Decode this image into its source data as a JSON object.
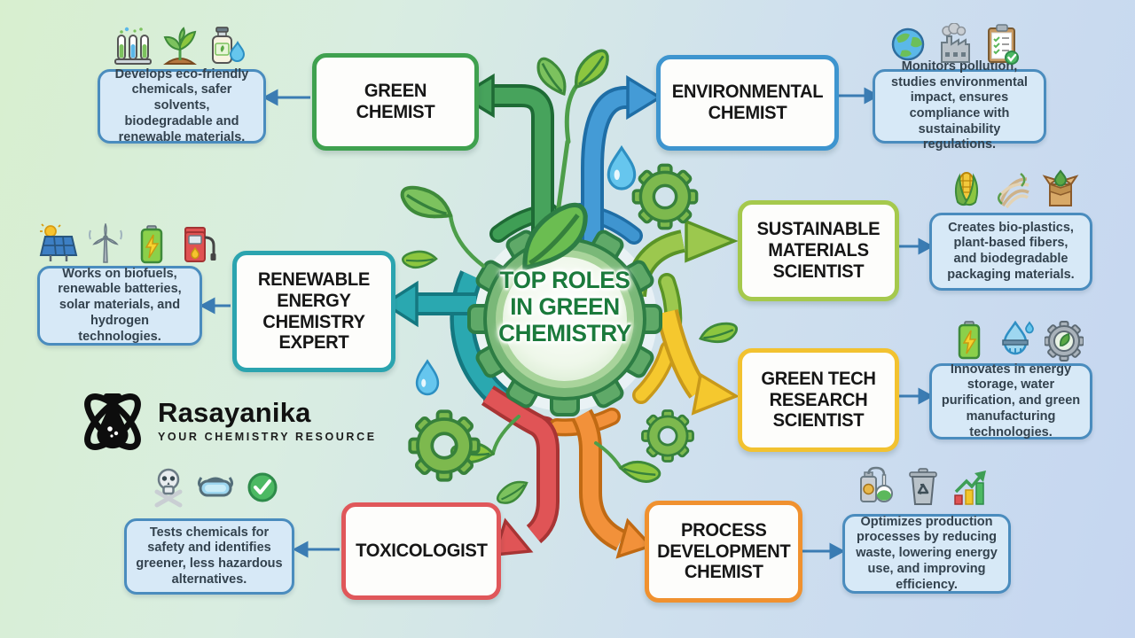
{
  "center": {
    "title_lines": [
      "TOP ROLES",
      "IN GREEN",
      "CHEMISTRY"
    ]
  },
  "logo": {
    "name": "Rasayanika",
    "tagline": "YOUR CHEMISTRY RESOURCE"
  },
  "roles": [
    {
      "title": "GREEN CHEMIST",
      "description": "Develops eco-friendly chemicals, safer solvents, biodegradable and renewable materials.",
      "accent": "#3fa14f",
      "icons": [
        "test-tubes",
        "seedling",
        "eco-bottle-droplet"
      ]
    },
    {
      "title": "ENVIRONMENTAL CHEMIST",
      "description": "Monitors pollution, studies environmental impact, ensures compliance with sustainability regulations.",
      "accent": "#3e95cf",
      "icons": [
        "globe",
        "factory",
        "checklist-clipboard"
      ]
    },
    {
      "title": "SUSTAINABLE MATERIALS SCIENTIST",
      "description": "Creates bio-plastics, plant-based fibers, and biodegradable packaging materials.",
      "accent": "#a5c94d",
      "icons": [
        "corn",
        "plant-fiber",
        "eco-box"
      ]
    },
    {
      "title": "GREEN TECH RESEARCH SCIENTIST",
      "description": "Innovates in energy storage, water purification, and green manufacturing technologies.",
      "accent": "#f2c230",
      "icons": [
        "battery",
        "water-purification",
        "eco-gear"
      ]
    },
    {
      "title": "RENEWABLE ENERGY CHEMISTRY EXPERT",
      "description": "Works on biofuels, renewable batteries, solar materials, and hydrogen technologies.",
      "accent": "#2ba4af",
      "icons": [
        "solar-panel",
        "wind-turbine",
        "battery",
        "fuel-pump"
      ]
    },
    {
      "title": "TOXICOLOGIST",
      "description": "Tests chemicals for safety and identifies greener, less hazardous alternatives.",
      "accent": "#e0575a",
      "icons": [
        "skull-crossbones",
        "safety-goggles",
        "check-circle"
      ]
    },
    {
      "title": "PROCESS DEVELOPMENT CHEMIST",
      "description": "Optimizes production processes by reducing waste, lowering energy use, and improving efficiency.",
      "accent": "#f0912f",
      "icons": [
        "distillation-flask",
        "recycle-bin",
        "growth-chart"
      ]
    }
  ],
  "palette": {
    "background_left": "#d8efcf",
    "background_right": "#c5d6f0",
    "description_fill": "#d7e9f7",
    "description_border": "#4a8cbe",
    "connector_line": "#3b7cb3",
    "hub_gear": "#7ab878",
    "hub_text": "#1b7a3c"
  }
}
